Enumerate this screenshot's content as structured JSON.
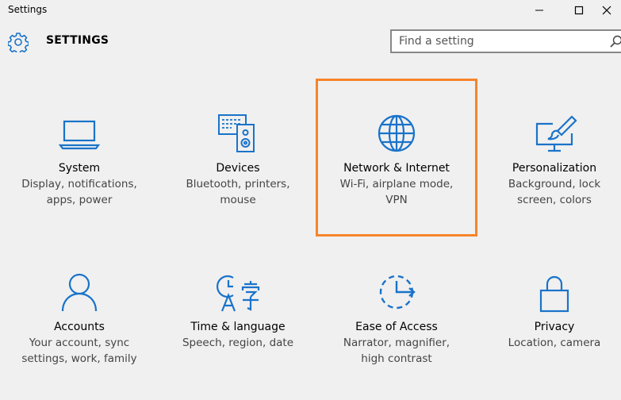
{
  "window": {
    "title": "Settings",
    "controls": {
      "minimize": "minimize",
      "maximize": "maximize",
      "close": "close"
    }
  },
  "header": {
    "app_title": "SETTINGS",
    "search": {
      "placeholder": "Find a setting",
      "value": ""
    }
  },
  "colors": {
    "accent": "#1a73c9",
    "highlight": "#f7842a",
    "background": "#f0f0f0"
  },
  "categories": [
    {
      "label": "System",
      "description": "Display, notifications, apps, power",
      "icon": "laptop-icon"
    },
    {
      "label": "Devices",
      "description": "Bluetooth, printers, mouse",
      "icon": "devices-icon"
    },
    {
      "label": "Network & Internet",
      "description": "Wi-Fi, airplane mode, VPN",
      "icon": "globe-icon",
      "highlighted": true
    },
    {
      "label": "Personalization",
      "description": "Background, lock screen, colors",
      "icon": "personalization-icon"
    },
    {
      "label": "Accounts",
      "description": "Your account, sync settings, work, family",
      "icon": "person-icon"
    },
    {
      "label": "Time & language",
      "description": "Speech, region, date",
      "icon": "time-language-icon"
    },
    {
      "label": "Ease of Access",
      "description": "Narrator, magnifier, high contrast",
      "icon": "ease-of-access-icon"
    },
    {
      "label": "Privacy",
      "description": "Location, camera",
      "icon": "lock-icon"
    }
  ]
}
